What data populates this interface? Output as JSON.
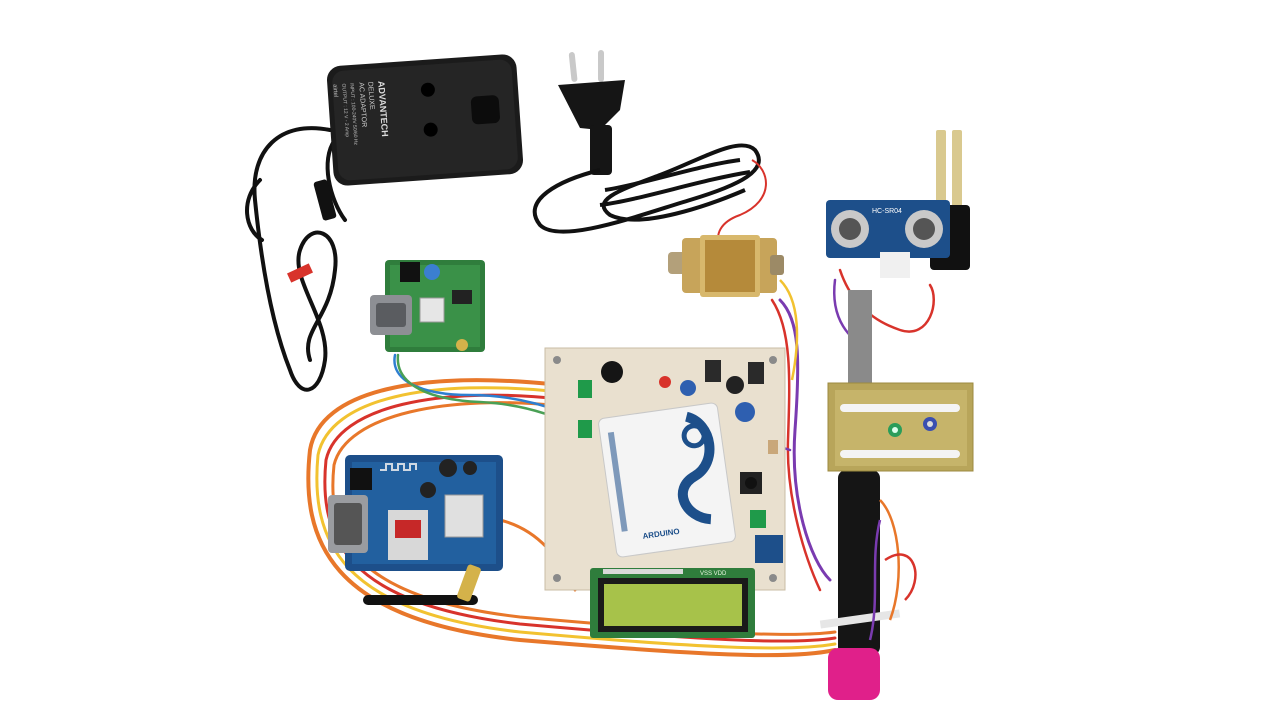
{
  "adapter": {
    "brand": "ADVANTECH",
    "line1": "DELUXE",
    "line2": "AC ADAPTOR",
    "line3": "INPUT : 100-240V 50/60 Hz",
    "line4": "OUTPUT : 12 V - 2 Amp",
    "sublogo": "airtel"
  },
  "ultrasonic": {
    "model": "HC-SR04"
  },
  "lcd": {
    "header": "VSS VDD"
  },
  "arduino": {
    "label": "ARDUINO"
  },
  "colors": {
    "background": "#ffffff",
    "pcb_cream": "#e9e0cf",
    "gsm_blue": "#1d4f8a",
    "gps_green": "#2f7d3c",
    "lcd_green": "#a7c24a",
    "probe_pink": "#e0208a",
    "cable_black": "#111111",
    "ribbon_orange": "#e8772a"
  }
}
